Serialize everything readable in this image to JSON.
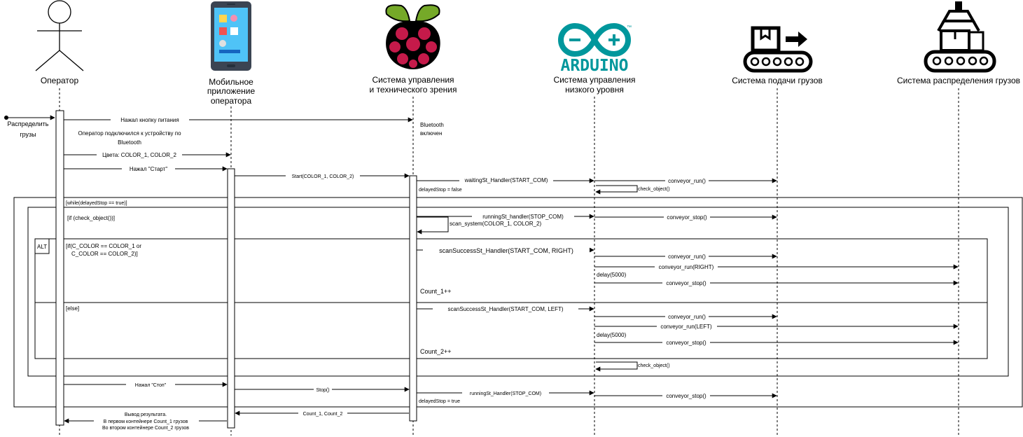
{
  "participants": [
    {
      "id": "operator",
      "label_lines": [
        "Оператор"
      ],
      "icon": "stick-figure-icon"
    },
    {
      "id": "app",
      "label_lines": [
        "Мобильное",
        "приложение",
        "оператора"
      ],
      "icon": "smartphone-icon"
    },
    {
      "id": "rpi",
      "label_lines": [
        "Система управления",
        "и технического зрения"
      ],
      "icon": "raspberry-pi-icon"
    },
    {
      "id": "arduino",
      "label_lines": [
        "Система управления",
        "низкого уровня"
      ],
      "icon": "arduino-logo-icon",
      "logo_text": "ARDUINO",
      "logo_tm": "™"
    },
    {
      "id": "feed",
      "label_lines": [
        "Система подачи грузов"
      ],
      "icon": "conveyor-box-icon"
    },
    {
      "id": "dist",
      "label_lines": [
        "Система распределения грузов"
      ],
      "icon": "robot-conveyor-icon"
    }
  ],
  "initial": {
    "label_lines": [
      "Распределить",
      "грузы"
    ]
  },
  "frames": {
    "loop": {
      "guard": "[while(delayedStop == true)]"
    },
    "opt": {
      "guard": "[if (check_object())]"
    },
    "alt": {
      "tag": "ALT",
      "guard_lines": [
        "[if(C_COLOR == COLOR_1 or",
        "C_COLOR == COLOR_2)]"
      ],
      "else_guard": "[else]"
    }
  },
  "messages": [
    {
      "id": "m1",
      "text": "Нажал кнопку питания"
    },
    {
      "id": "m2",
      "text": "Цвета: COLOR_1, COLOR_2"
    },
    {
      "id": "m3",
      "text": "Нажал \"Старт\""
    },
    {
      "id": "m4",
      "text": "Start(COLOR_1, COLOR_2)"
    },
    {
      "id": "m5",
      "text": "waitingSt_Handler(START_COM)"
    },
    {
      "id": "m6",
      "text": "conveyor_run()"
    },
    {
      "id": "m7",
      "text": "check_object()"
    },
    {
      "id": "m8",
      "text": "runningSt_handler(STOP_COM)"
    },
    {
      "id": "m9",
      "text": "conveyor_stop()"
    },
    {
      "id": "m10",
      "text": "scan_system(COLOR_1, COLOR_2)"
    },
    {
      "id": "m11",
      "text": "scanSuccessSt_Handler(START_COM, RIGHT)"
    },
    {
      "id": "m12",
      "text": "conveyor_run()"
    },
    {
      "id": "m13",
      "text": "conveyor_run(RIGHT)"
    },
    {
      "id": "m14",
      "text": "conveyor_stop()"
    },
    {
      "id": "m15",
      "text": "scanSuccessSt_Handler(START_COM, LEFT)"
    },
    {
      "id": "m16",
      "text": "conveyor_run()"
    },
    {
      "id": "m17",
      "text": "conveyor_run(LEFT)"
    },
    {
      "id": "m18",
      "text": "conveyor_stop()"
    },
    {
      "id": "m19",
      "text": "check_object()"
    },
    {
      "id": "m20",
      "text": "Нажал \"Стоп\""
    },
    {
      "id": "m21",
      "text": "Stop()"
    },
    {
      "id": "m22",
      "text": "runningSt_Handler(STOP_COM)"
    },
    {
      "id": "m23",
      "text": "conveyor_stop()"
    },
    {
      "id": "m24",
      "text": "Count_1, Count_2"
    }
  ],
  "notes": [
    {
      "id": "n1",
      "lines": [
        "Оператор подключился к устройству по",
        "Bluetooth"
      ]
    },
    {
      "id": "n2",
      "lines": [
        "Bluetooth",
        "включен"
      ]
    },
    {
      "id": "n3",
      "lines": [
        "delayedStop = false"
      ]
    },
    {
      "id": "n4",
      "lines": [
        "delay(5000)"
      ]
    },
    {
      "id": "n5",
      "lines": [
        "Count_1++"
      ]
    },
    {
      "id": "n6",
      "lines": [
        "delay(5000)"
      ]
    },
    {
      "id": "n7",
      "lines": [
        "Count_2++"
      ]
    },
    {
      "id": "n8",
      "lines": [
        "delayedStop = true"
      ]
    },
    {
      "id": "n9",
      "lines": [
        "Вывод результата.",
        "В первом контейнере Count_1 грузов",
        "Во втором контейнере Count_2 грузов"
      ]
    }
  ],
  "colors": {
    "line": "#000000",
    "background": "#ffffff",
    "phone_body": "#3b4452",
    "phone_screen": "#4fc3f7",
    "rpi_red": "#c51a4a",
    "rpi_leaf": "#75a928",
    "arduino_teal": "#00979c"
  }
}
